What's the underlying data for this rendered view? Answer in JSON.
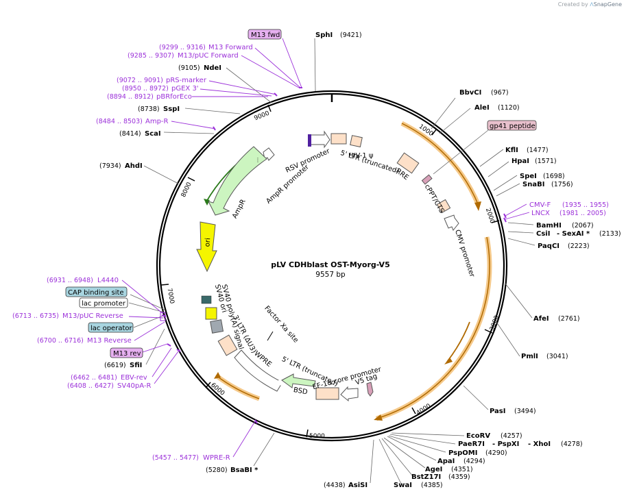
{
  "credit": {
    "prefix": "Created by",
    "brand": "SnapGene"
  },
  "plasmid": {
    "name": "pLV CDHblast OST-Myorg-V5",
    "size": "9557 bp",
    "length": 9557
  },
  "ticks": [
    "1000",
    "2000",
    "3000",
    "4000",
    "5000",
    "6000",
    "7000",
    "8000",
    "9000"
  ],
  "sites_right": [
    {
      "name": "BbvCI",
      "pos": "(967)"
    },
    {
      "name": "AleI",
      "pos": "(1120)"
    },
    {
      "name": "KflI",
      "pos": "(1477)"
    },
    {
      "name": "HpaI",
      "pos": "(1571)"
    },
    {
      "name": "SpeI",
      "pos": "(1698)"
    },
    {
      "name": "SnaBI",
      "pos": "(1756)"
    },
    {
      "name": "BamHI",
      "pos": "(2067)"
    },
    {
      "name": "CsiI",
      "pos": ""
    },
    {
      "name": "- SexAI *",
      "pos": "(2133)"
    },
    {
      "name": "PaqCI",
      "pos": "(2223)"
    },
    {
      "name": "AfeI",
      "pos": "(2761)"
    },
    {
      "name": "PmlI",
      "pos": "(3041)"
    },
    {
      "name": "PasI",
      "pos": "(3494)"
    },
    {
      "name": "EcoRV",
      "pos": "(4257)"
    },
    {
      "name": "PaeR7I",
      "pos": ""
    },
    {
      "name": "- PspXI",
      "pos": ""
    },
    {
      "name": "- XhoI",
      "pos": "(4278)"
    },
    {
      "name": "PspOMI",
      "pos": "(4290)"
    },
    {
      "name": "ApaI",
      "pos": "(4294)"
    },
    {
      "name": "AgeI",
      "pos": "(4351)"
    },
    {
      "name": "BstZ17I",
      "pos": "(4359)"
    },
    {
      "name": "SwaI",
      "pos": "(4385)"
    },
    {
      "name": "AsiSI",
      "pos": "(4438)"
    }
  ],
  "sites_left": [
    {
      "name": "SphI",
      "pos": "(9421)"
    },
    {
      "name": "NdeI",
      "pos": "(9105)"
    },
    {
      "name": "SspI",
      "pos": "(8738)"
    },
    {
      "name": "ScaI",
      "pos": "(8414)"
    },
    {
      "name": "AhdI",
      "pos": "(7934)"
    },
    {
      "name": "SfiI",
      "pos": "(6619)"
    },
    {
      "name": "BsaBI *",
      "pos": "(5280)"
    }
  ],
  "primers": [
    {
      "name": "M13 fwd"
    },
    {
      "name": "M13 Forward",
      "pos": "(9299 .. 9316)"
    },
    {
      "name": "M13/pUC Forward",
      "pos": "(9285 .. 9307)"
    },
    {
      "name": "pRS-marker",
      "pos": "(9072 .. 9091)"
    },
    {
      "name": "pGEX 3'",
      "pos": "(8950 .. 8972)"
    },
    {
      "name": "pBRforEco",
      "pos": "(8894 .. 8912)"
    },
    {
      "name": "Amp-R",
      "pos": "(8484 .. 8503)"
    },
    {
      "name": "CMV-F",
      "pos": "(1935 .. 1955)"
    },
    {
      "name": "LNCX",
      "pos": "(1981 .. 2005)"
    },
    {
      "name": "L4440",
      "pos": "(6931 .. 6948)"
    },
    {
      "name": "M13/pUC Reverse",
      "pos": "(6713 .. 6735)"
    },
    {
      "name": "M13 Reverse",
      "pos": "(6700 .. 6716)"
    },
    {
      "name": "M13 rev"
    },
    {
      "name": "EBV-rev",
      "pos": "(6462 .. 6481)"
    },
    {
      "name": "SV40pA-R",
      "pos": "(6408 .. 6427)"
    },
    {
      "name": "WPRE-R",
      "pos": "(5457 .. 5477)"
    }
  ],
  "boxed": {
    "gp41": "gp41 peptide",
    "cap": "CAP binding site",
    "lacp": "lac promoter",
    "laco": "lac operator"
  },
  "features": {
    "rsv": "RSV promoter",
    "hiv": "HIV-1 ψ",
    "ltr5": "5' LTR (truncated)",
    "rre": "RRE",
    "cppt": "cPPT/CTS",
    "cmv": "CMV promoter",
    "ampr_prom": "AmpR promoter",
    "ampr": "AmpR",
    "ori": "ori",
    "sv40pa": "SV40 poly(A) signal",
    "sv40ori": "SV40 ori",
    "ltr3": "3' LTR (ΔU3)",
    "fxa": "Factor Xa site",
    "wpre": "WPRE",
    "ltr5b": "5' LTR (truncated)",
    "ef1a": "EF-1α core promoter",
    "bsd": "BSD",
    "v5": "V5 tag"
  },
  "colors": {
    "orf_arc": "#f5c98a",
    "orf_arrow": "#b06a00",
    "ampr_fill": "#ccf5c0",
    "ori_fill": "#f5f500",
    "ltr_fill": "#fde0c8",
    "primer": "#9b30d9",
    "tag": "#d8a0b8",
    "label_box": "#a8d5e0",
    "primer_box": "#e6b0f0"
  }
}
